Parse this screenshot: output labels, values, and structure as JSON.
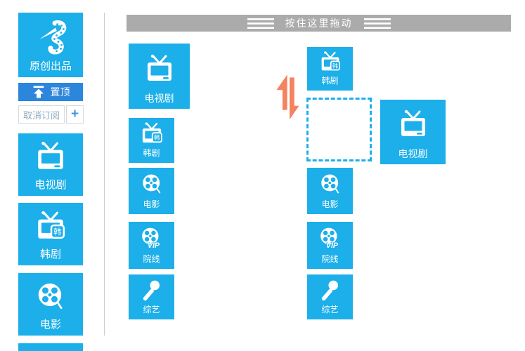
{
  "colors": {
    "tile_blue": "#1cafe9",
    "pin_blue": "#2b86dc",
    "bar_gray": "#ababab",
    "divider_gray": "#cccccc",
    "border_gray": "#d9d9d9",
    "unsubscribe_text": "#92abc0",
    "plus_blue": "#3c96e0",
    "drag_cursor_orange": "#f4845f"
  },
  "badges": {
    "kr": "韩",
    "vip": "VIP"
  },
  "sidebar": {
    "brand": {
      "label": "原创出品"
    },
    "pin_button": {
      "label": "置顶"
    },
    "unsubscribe_button": {
      "label": "取消订阅"
    },
    "add_button": {
      "label": "+"
    },
    "channels": [
      {
        "label": "电视剧"
      },
      {
        "label": "韩剧"
      },
      {
        "label": "电影"
      }
    ]
  },
  "main": {
    "drag_bar": {
      "label": "按住这里拖动"
    },
    "left_column": [
      {
        "label": "电视剧"
      },
      {
        "label": "韩剧"
      },
      {
        "label": "电影"
      },
      {
        "label": "院线"
      },
      {
        "label": "综艺"
      }
    ],
    "right_column": [
      {
        "label": "韩剧"
      },
      {
        "label": "电影"
      },
      {
        "label": "院线"
      },
      {
        "label": "综艺"
      }
    ],
    "dragged_tile": {
      "label": "电视剧"
    }
  }
}
